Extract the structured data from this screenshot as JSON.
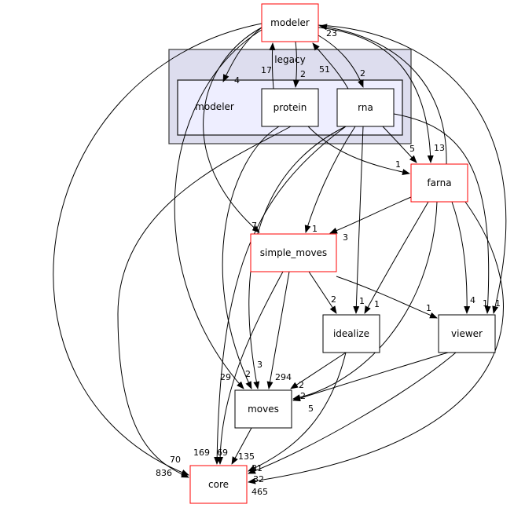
{
  "colors": {
    "cluster_outer": "#ddddee",
    "cluster_inner": "#eeeeff",
    "highlight_border": "#ff0000",
    "border": "#000000"
  },
  "clusters": {
    "outer": "legacy",
    "inner_label": "modeler"
  },
  "nodes": {
    "modeler": "modeler",
    "protein": "protein",
    "rna": "rna",
    "farna": "farna",
    "simple_moves": "simple_moves",
    "idealize": "idealize",
    "viewer": "viewer",
    "moves": "moves",
    "core": "core"
  },
  "edges": [
    {
      "from": "modeler",
      "to": "legacy/modeler",
      "label": "4"
    },
    {
      "from": "protein",
      "to": "modeler",
      "label": "17"
    },
    {
      "from": "modeler",
      "to": "protein",
      "label": "2"
    },
    {
      "from": "rna",
      "to": "modeler",
      "label": "51"
    },
    {
      "from": "modeler",
      "to": "rna",
      "label": "2"
    },
    {
      "from": "farna",
      "to": "modeler",
      "label": "23"
    },
    {
      "from": "modeler",
      "to": "farna",
      "label": "13"
    },
    {
      "from": "rna",
      "to": "farna",
      "label": "5"
    },
    {
      "from": "protein",
      "to": "farna",
      "label": "1"
    },
    {
      "from": "modeler",
      "to": "simple_moves",
      "label": "7"
    },
    {
      "from": "rna",
      "to": "simple_moves",
      "label": "1"
    },
    {
      "from": "farna",
      "to": "simple_moves",
      "label": "3"
    },
    {
      "from": "simple_moves",
      "to": "idealize",
      "label": "2"
    },
    {
      "from": "rna",
      "to": "idealize",
      "label": "1"
    },
    {
      "from": "farna",
      "to": "idealize",
      "label": "1"
    },
    {
      "from": "simple_moves",
      "to": "viewer",
      "label": "1"
    },
    {
      "from": "farna",
      "to": "viewer",
      "label": "4"
    },
    {
      "from": "rna",
      "to": "viewer",
      "label": "1"
    },
    {
      "from": "modeler",
      "to": "viewer",
      "label": "1"
    },
    {
      "from": "modeler",
      "to": "moves",
      "label": "29"
    },
    {
      "from": "protein",
      "to": "moves",
      "label": "2"
    },
    {
      "from": "rna",
      "to": "moves",
      "label": "3"
    },
    {
      "from": "simple_moves",
      "to": "moves",
      "label": "294"
    },
    {
      "from": "idealize",
      "to": "moves",
      "label": "2"
    },
    {
      "from": "viewer",
      "to": "moves",
      "label": "2"
    },
    {
      "from": "farna",
      "to": "moves",
      "label": "5"
    },
    {
      "from": "modeler",
      "to": "core",
      "label": "70"
    },
    {
      "from": "protein",
      "to": "core",
      "label": "836"
    },
    {
      "from": "rna",
      "to": "core",
      "label": "169"
    },
    {
      "from": "simple_moves",
      "to": "core",
      "label": "69"
    },
    {
      "from": "moves",
      "to": "core",
      "label": "135"
    },
    {
      "from": "idealize",
      "to": "core",
      "label": "31"
    },
    {
      "from": "viewer",
      "to": "core",
      "label": "32"
    },
    {
      "from": "farna",
      "to": "core",
      "label": "465"
    }
  ]
}
